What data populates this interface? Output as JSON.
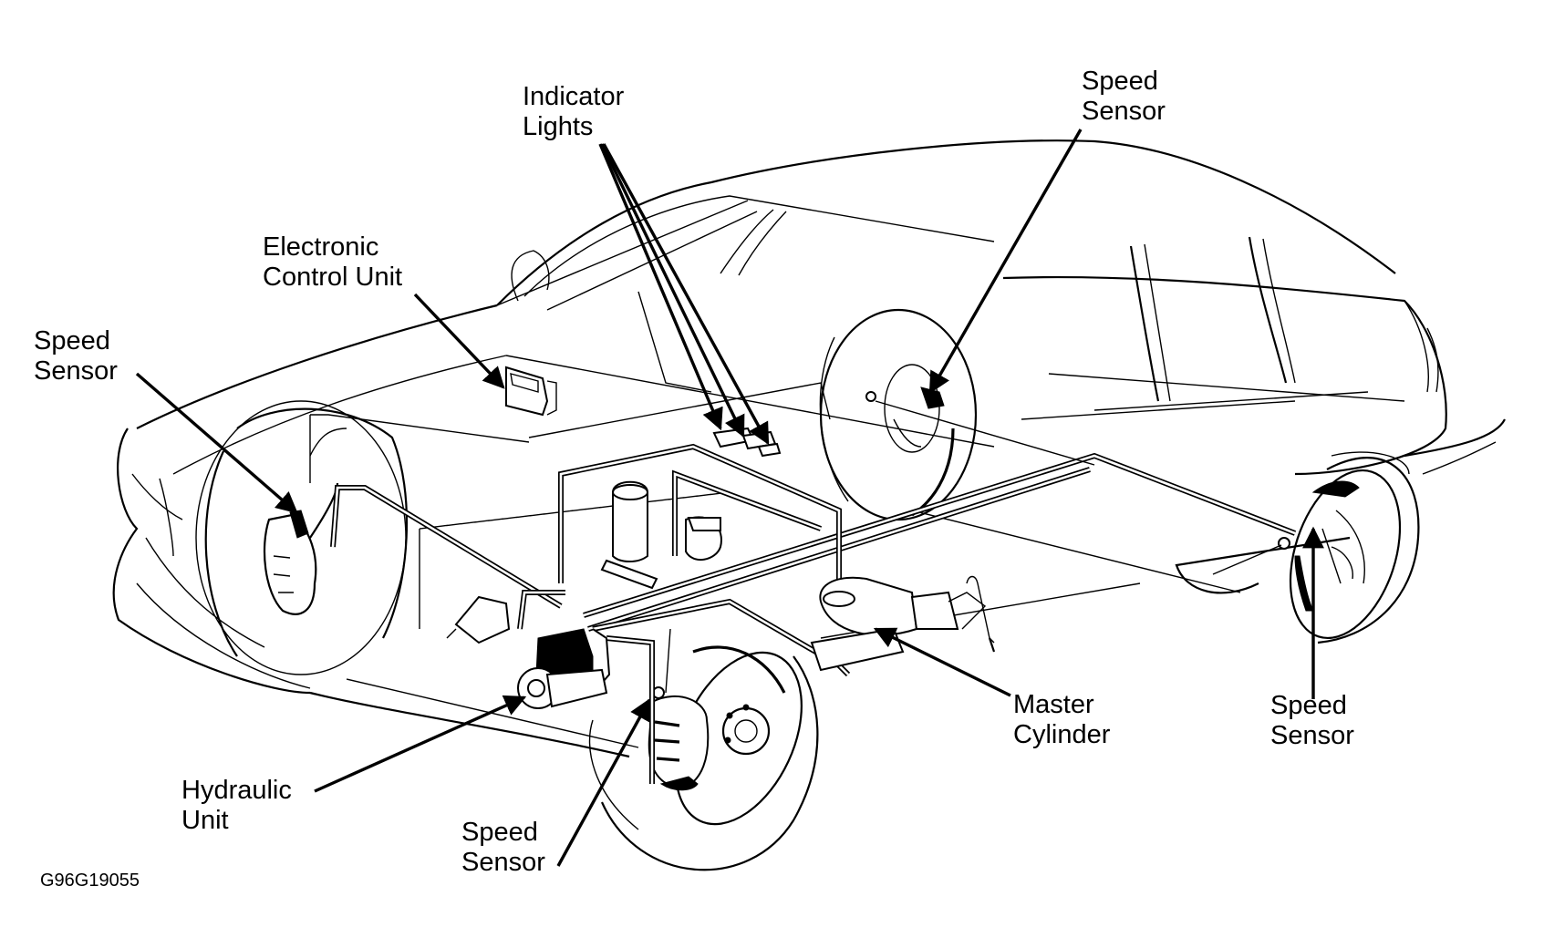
{
  "figure_id": "G96G19055",
  "labels": {
    "indicator_lights": {
      "line1": "Indicator",
      "line2": "Lights"
    },
    "speed_sensor_rear_right": {
      "line1": "Speed",
      "line2": "Sensor"
    },
    "electronic_control_unit": {
      "line1": "Electronic",
      "line2": "Control Unit"
    },
    "speed_sensor_front_left": {
      "line1": "Speed",
      "line2": "Sensor"
    },
    "master_cylinder": {
      "line1": "Master",
      "line2": "Cylinder"
    },
    "speed_sensor_rear_left": {
      "line1": "Speed",
      "line2": "Sensor"
    },
    "hydraulic_unit": {
      "line1": "Hydraulic",
      "line2": "Unit"
    },
    "speed_sensor_front_right": {
      "line1": "Speed",
      "line2": "Sensor"
    }
  },
  "components": [
    "car-body-outline",
    "front-left-wheel",
    "front-right-wheel",
    "rear-left-wheel",
    "rear-right-wheel",
    "brake-lines",
    "hydraulic-unit",
    "master-cylinder",
    "electronic-control-unit",
    "indicator-lights",
    "fluid-reservoirs"
  ]
}
